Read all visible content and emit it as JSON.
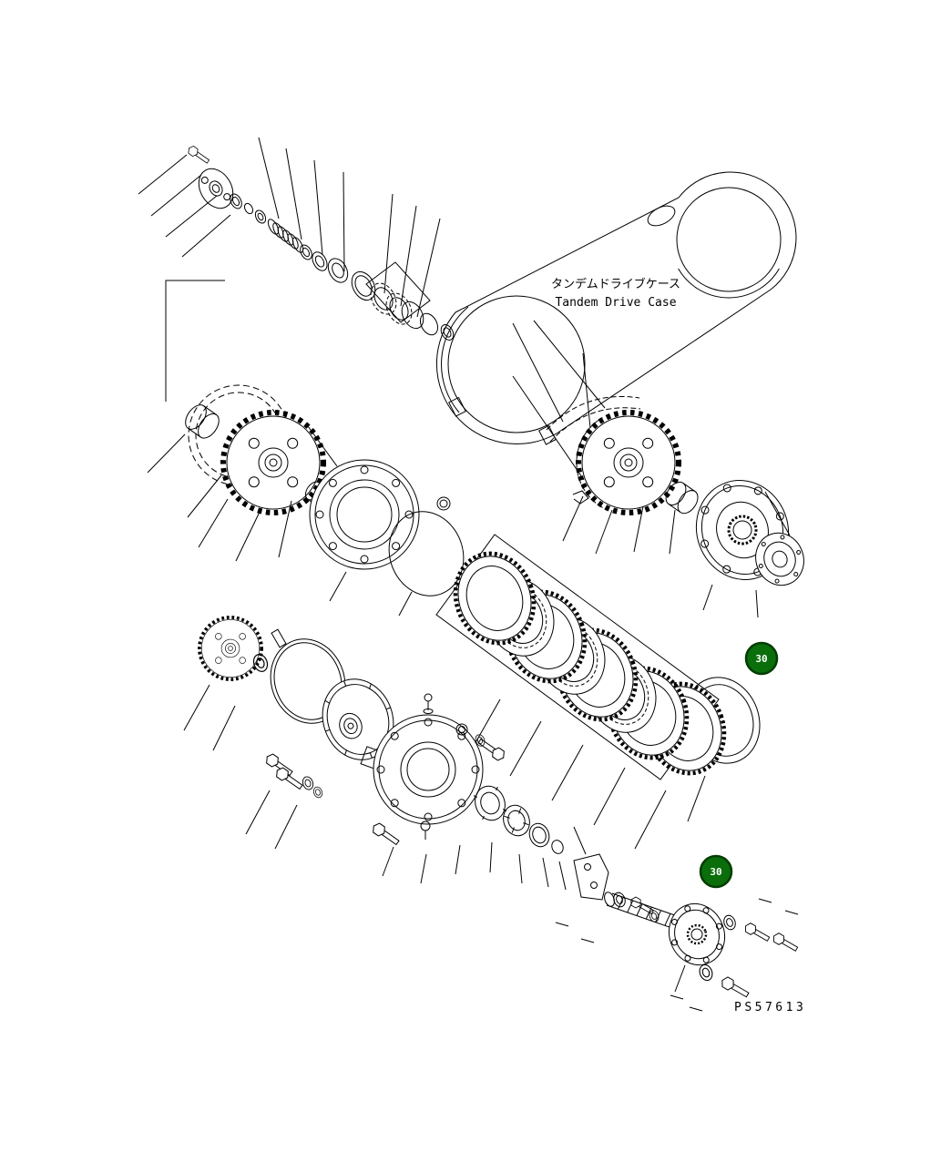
{
  "diagram": {
    "title_ja": "タンデムドライブケース",
    "title_en": "Tandem Drive Case",
    "part_code": "PS57613",
    "callouts": [
      {
        "id": "upper",
        "label": "30"
      },
      {
        "id": "lower",
        "label": "30"
      }
    ],
    "colors": {
      "line": "#000000",
      "background": "#ffffff",
      "callout_fill": "#0a6e0a",
      "callout_ring": "#033d03",
      "callout_text": "#ffffff"
    }
  }
}
